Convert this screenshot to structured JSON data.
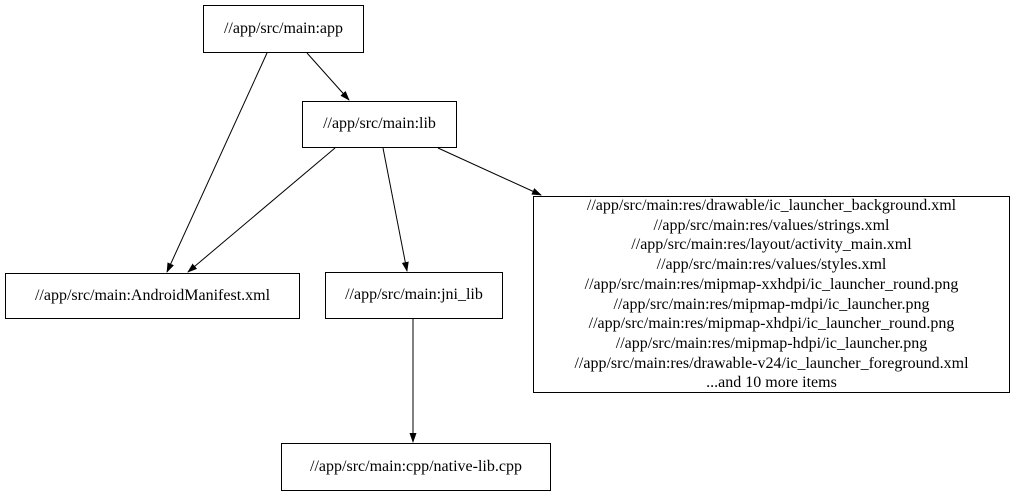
{
  "diagram": {
    "type": "dependency-graph",
    "background_color": "#ffffff",
    "node_border_color": "#000000",
    "node_fill_color": "#ffffff",
    "edge_color": "#000000",
    "text_color": "#000000",
    "nodes": {
      "app": {
        "label": "//app/src/main:app"
      },
      "lib": {
        "label": "//app/src/main:lib"
      },
      "manifest": {
        "label": "//app/src/main:AndroidManifest.xml"
      },
      "jni_lib": {
        "label": "//app/src/main:jni_lib"
      },
      "native_cpp": {
        "label": "//app/src/main:cpp/native-lib.cpp"
      },
      "res_group": {
        "lines": [
          "//app/src/main:res/drawable/ic_launcher_background.xml",
          "//app/src/main:res/values/strings.xml",
          "//app/src/main:res/layout/activity_main.xml",
          "//app/src/main:res/values/styles.xml",
          "//app/src/main:res/mipmap-xxhdpi/ic_launcher_round.png",
          "//app/src/main:res/mipmap-mdpi/ic_launcher.png",
          "//app/src/main:res/mipmap-xhdpi/ic_launcher_round.png",
          "//app/src/main:res/mipmap-hdpi/ic_launcher.png",
          "//app/src/main:res/drawable-v24/ic_launcher_foreground.xml",
          "...and 10 more items"
        ]
      }
    },
    "edges": [
      {
        "from": "//app/src/main:app",
        "to": "//app/src/main:AndroidManifest.xml"
      },
      {
        "from": "//app/src/main:app",
        "to": "//app/src/main:lib"
      },
      {
        "from": "//app/src/main:lib",
        "to": "//app/src/main:AndroidManifest.xml"
      },
      {
        "from": "//app/src/main:lib",
        "to": "//app/src/main:jni_lib"
      },
      {
        "from": "//app/src/main:lib",
        "to": "//app/src/main:res group node"
      },
      {
        "from": "//app/src/main:jni_lib",
        "to": "//app/src/main:cpp/native-lib.cpp"
      }
    ]
  }
}
